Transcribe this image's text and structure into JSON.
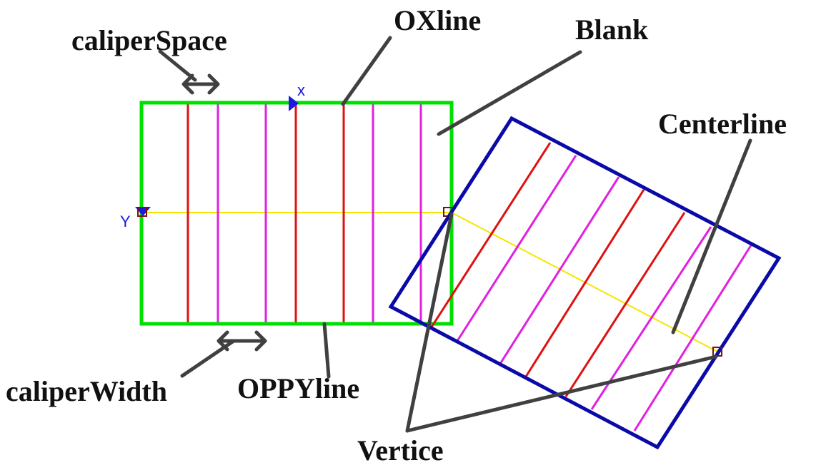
{
  "labels": {
    "caliper_space": "caliperSpace",
    "ox_line": "OXline",
    "blank": "Blank",
    "centerline": "Centerline",
    "caliper_width": "caliperWidth",
    "oppy_line": "OPPYline",
    "vertice": "Vertice"
  },
  "axes": {
    "x": "x",
    "y": "Y"
  },
  "colors": {
    "blank_outline": "#00e000",
    "rotated_outline": "#0a0aa8",
    "caliper_red": "#e01010",
    "caliper_magenta": "#e020e0",
    "centerline": "#f5e600",
    "vertex": "#7a1010",
    "leader": "#404040",
    "axis": "#1a1ae0"
  }
}
